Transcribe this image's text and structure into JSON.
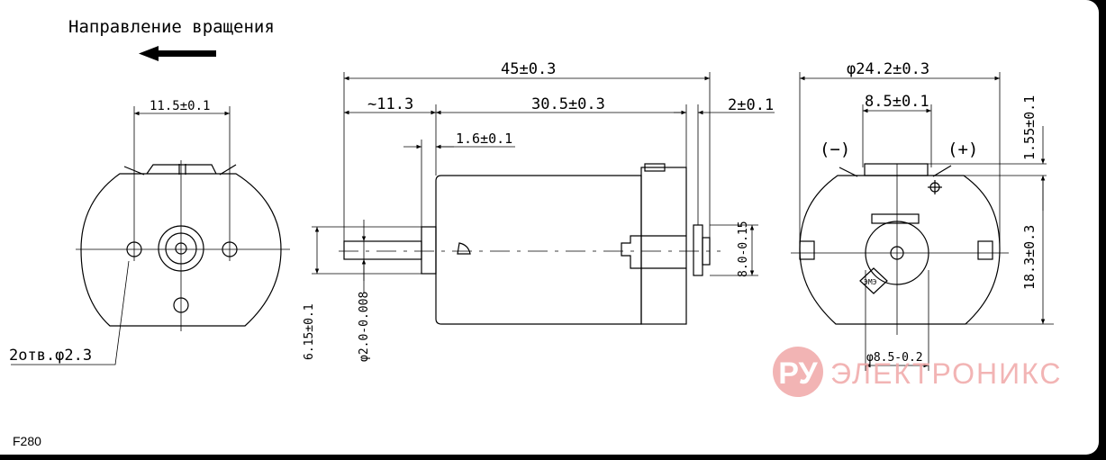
{
  "header": {
    "rotation_label": "Направление вращения",
    "rotation_arrow_icon": "left-arrow-icon"
  },
  "left_view": {
    "hole_spacing": "11.5±0.1",
    "holes_callout": "2отв.φ2.3"
  },
  "side_view": {
    "overall_length": "45±0.3",
    "shaft_length": "~11.3",
    "body_length": "30.5±0.3",
    "terminal_offset": "2±0.1",
    "bushing_length": "1.6±0.1",
    "shaft_height": "6.15±0.1",
    "shaft_diameter": "φ2.0-0.008",
    "end_cap_height": "8.0-0.15"
  },
  "right_view": {
    "diameter": "φ24.2±0.3",
    "terminal_spacing": "8.5±0.1",
    "minus_label": "(−)",
    "plus_label": "(+)",
    "terminal_height": "1.55±0.1",
    "flat_height": "18.3±0.3",
    "boss_diameter": "φ8.5-0.2",
    "stamp_label": "ЭМЭ"
  },
  "watermark": {
    "badge": "РУ",
    "text": "ЭЛЕКТРОНИКС",
    "color": "#f0a8a8"
  },
  "footer": {
    "model": "F280"
  }
}
